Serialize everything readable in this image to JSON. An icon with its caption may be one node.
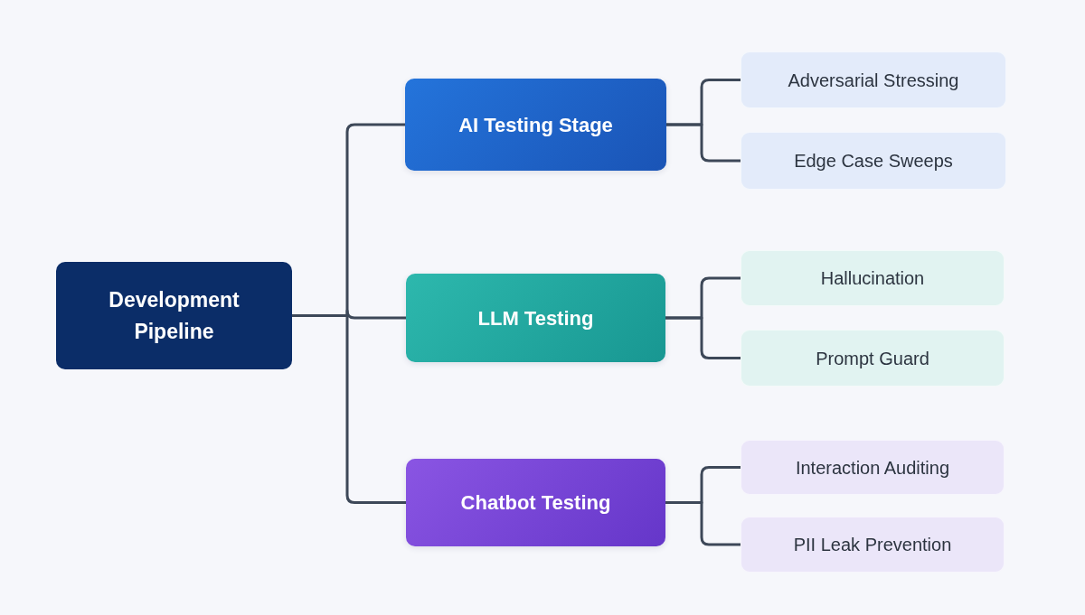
{
  "diagram": {
    "nodes": [
      {
        "text": [
          "Development Pipeline"
        ]
      },
      {
        "text": [
          "AI Testing Stage"
        ]
      },
      {
        "text": [
          "Adversarial Stressing"
        ]
      },
      {
        "text": [
          "Edge Case Sweeps"
        ]
      },
      {
        "text": [
          "LLM Testing"
        ]
      },
      {
        "text": [
          "Hallucination"
        ]
      },
      {
        "text": [
          "Prompt Guard"
        ]
      },
      {
        "text": [
          "Chatbot Testing"
        ]
      },
      {
        "text": [
          "Interaction Auditing"
        ]
      },
      {
        "text": [
          "PII Leak Prevention"
        ]
      }
    ],
    "edges": [
      {
        "from": 0,
        "to": 1,
        "arrow": "none"
      },
      {
        "from": 0,
        "to": 4,
        "arrow": "none"
      },
      {
        "from": 0,
        "to": 7,
        "arrow": "none"
      },
      {
        "from": 1,
        "to": 2,
        "arrow": "none"
      },
      {
        "from": 1,
        "to": 3,
        "arrow": "none"
      },
      {
        "from": 4,
        "to": 5,
        "arrow": "none"
      },
      {
        "from": 4,
        "to": 6,
        "arrow": "none"
      },
      {
        "from": 7,
        "to": 8,
        "arrow": "none"
      },
      {
        "from": 7,
        "to": 9,
        "arrow": "none"
      }
    ]
  }
}
